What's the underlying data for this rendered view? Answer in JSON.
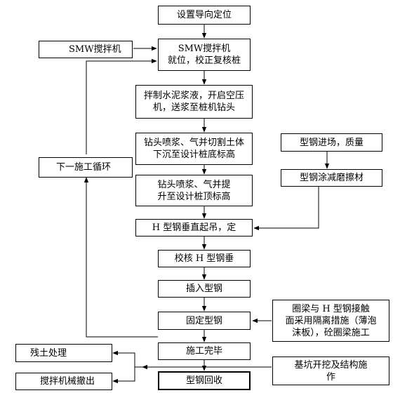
{
  "flowchart": {
    "main_steps": [
      "设置导向定位",
      "SMW搅拌机\n就位，校正复核桩",
      "拌制水泥浆液，开启空压\n机，送浆至桩机钻头",
      "钻头喷浆、气并切割土体\n下沉至设计桩底标高",
      "钻头喷浆、气并提\n升至设计桩顶标高",
      "H 型钢垂直起吊，定",
      "校核 H 型钢垂",
      "插入型钢",
      "固定型钢",
      "施工完毕",
      "型钢回收"
    ],
    "side_nodes": {
      "smw_machine": "SMW搅拌机",
      "next_cycle": "下一施工循环",
      "steel_arrival": "型钢进场，质量",
      "steel_coating": "型钢涂减磨擦材",
      "ring_beam": "圈梁与 H 型钢接触\n面采用隔离措施（薄泡\n沫板），砼圈梁施工",
      "residual_soil": "残土处理",
      "excavation": "基坑开挖及结构施\n作",
      "machine_exit": "搅拌机械撤出"
    }
  }
}
